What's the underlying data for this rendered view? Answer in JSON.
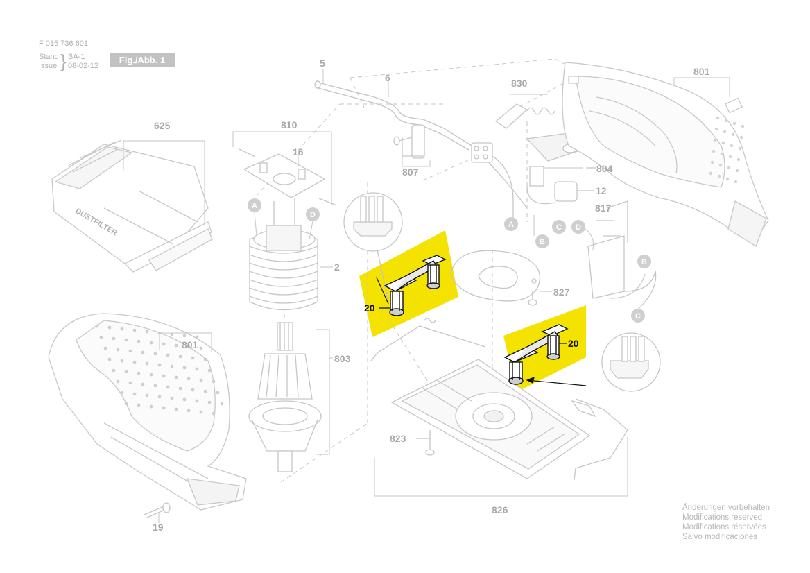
{
  "header": {
    "doc_number": "F 015 736 601",
    "stand_label": "Stand",
    "stand_value": "BA-1",
    "issue_label": "Issue",
    "issue_value": "08-02-12",
    "figure_label": "Fig./Abb. 1"
  },
  "parts": {
    "p625": "625",
    "p810": "810",
    "p16": "16",
    "p2": "2",
    "p803": "803",
    "p801_left": "801",
    "p19": "19",
    "p5": "5",
    "p6": "6",
    "p807": "807",
    "p830": "830",
    "p801_right": "801",
    "p804": "804",
    "p12": "12",
    "p817": "817",
    "p827": "827",
    "p823": "823",
    "p826": "826",
    "p20_top": "20",
    "p20_bottom": "20"
  },
  "connectors": {
    "a": "A",
    "b": "B",
    "c": "C",
    "d": "D"
  },
  "product_text": {
    "dustfilter": "DUSTFILTER"
  },
  "highlight_color": "#f4e200",
  "notes": [
    "Änderungen vorbehalten",
    "Modifications reserved",
    "Modifications réservées",
    "Salvo modificaciones"
  ]
}
